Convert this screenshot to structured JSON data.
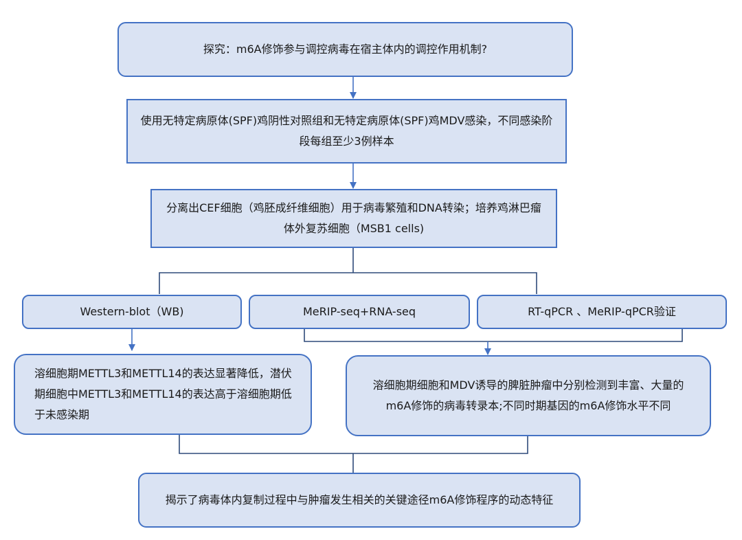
{
  "boxes": {
    "question": "探究：m6A修饰参与调控病毒在宿主体内的调控作用机制?",
    "samples": "使用无特定病原体(SPF)鸡阴性对照组和无特定病原体(SPF)鸡MDV感染，不同感染阶段每组至少3例样本",
    "cells": "分离出CEF细胞（鸡胚成纤维细胞）用于病毒繁殖和DNA转染；培养鸡淋巴瘤体外复苏细胞（MSB1 cells)",
    "western_blot": "Western-blot（WB)",
    "merip_seq": "MeRIP-seq+RNA-seq",
    "rt_qpcr": "RT-qPCR 、MeRIP-qPCR验证",
    "wb_result": "溶细胞期METTL3和METTL14的表达显著降低，潜伏期细胞中METTL3和METTL14的表达高于溶细胞期低于未感染期",
    "seq_result": "溶细胞期细胞和MDV诱导的脾脏肿瘤中分别检测到丰富、大量的m6A修饰的病毒转录本;不同时期基因的m6A修饰水平不同",
    "conclusion": "揭示了病毒体内复制过程中与肿瘤发生相关的关键途径m6A修饰程序的动态特征"
  },
  "colors": {
    "box_fill": "#dae3f3",
    "box_border": "#4472c4",
    "arrow": "#4472c4",
    "line": "#2e4a7a"
  }
}
